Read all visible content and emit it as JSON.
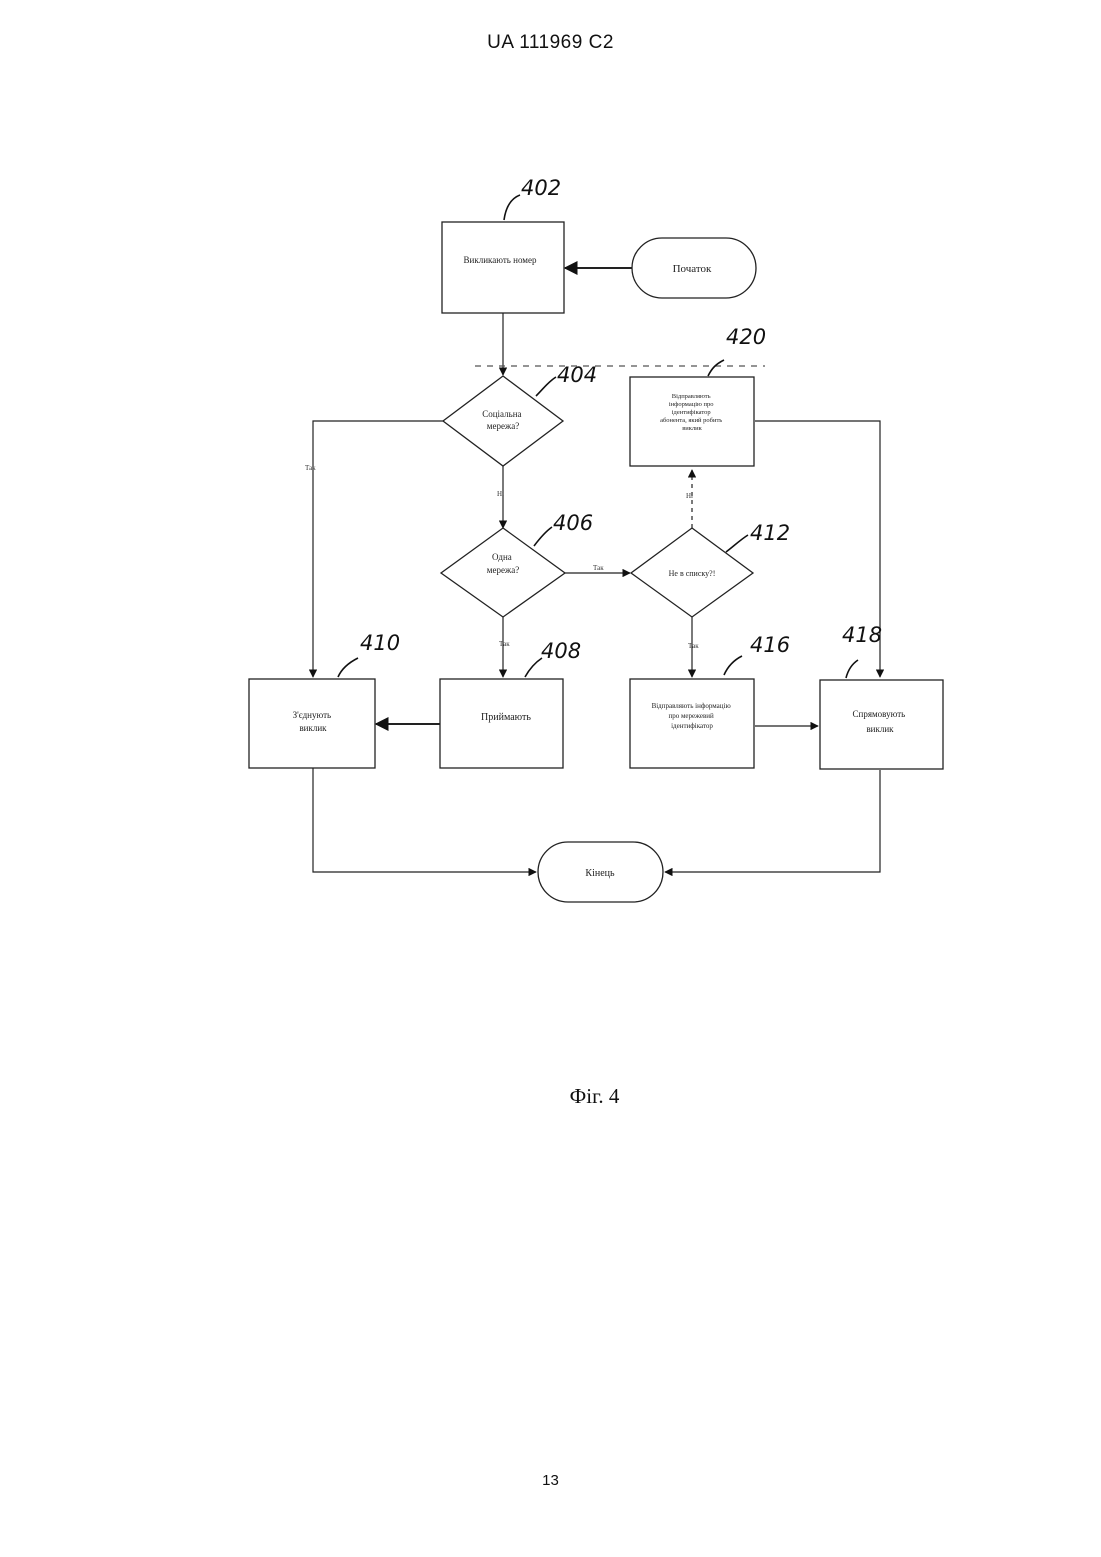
{
  "header": "UA   111969   C2",
  "figure_caption": "Фіг. 4",
  "page_number": "13",
  "nodes": {
    "start": "Початок",
    "n402": [
      "Викликають номер"
    ],
    "n404": [
      "Соціальна",
      "мережа?"
    ],
    "n406": [
      "Одна",
      "мережа?"
    ],
    "n408": [
      "Приймають"
    ],
    "n410": [
      "З'єднують",
      "виклик"
    ],
    "n412": [
      "Не в списку?!"
    ],
    "n416": [
      "Відправляють інформацію",
      "про мережевий",
      "ідентифікатор"
    ],
    "n418": [
      "Спрямовують",
      "виклик"
    ],
    "n420": [
      "Відправляють",
      "інформацію про",
      "ідентифікатор",
      "абонента, який робить",
      "виклик"
    ],
    "end": "Кінець"
  },
  "refs": {
    "r402": "402",
    "r404": "404",
    "r406": "406",
    "r408": "408",
    "r410": "410",
    "r412": "412",
    "r416": "416",
    "r418": "418",
    "r420": "420"
  },
  "edge_labels": {
    "e404_yes": "Так",
    "e404_no": "Ні",
    "e406_yes": "Так",
    "e406_no": "Так",
    "e412_down": "Так",
    "e412_up": "Ні"
  }
}
